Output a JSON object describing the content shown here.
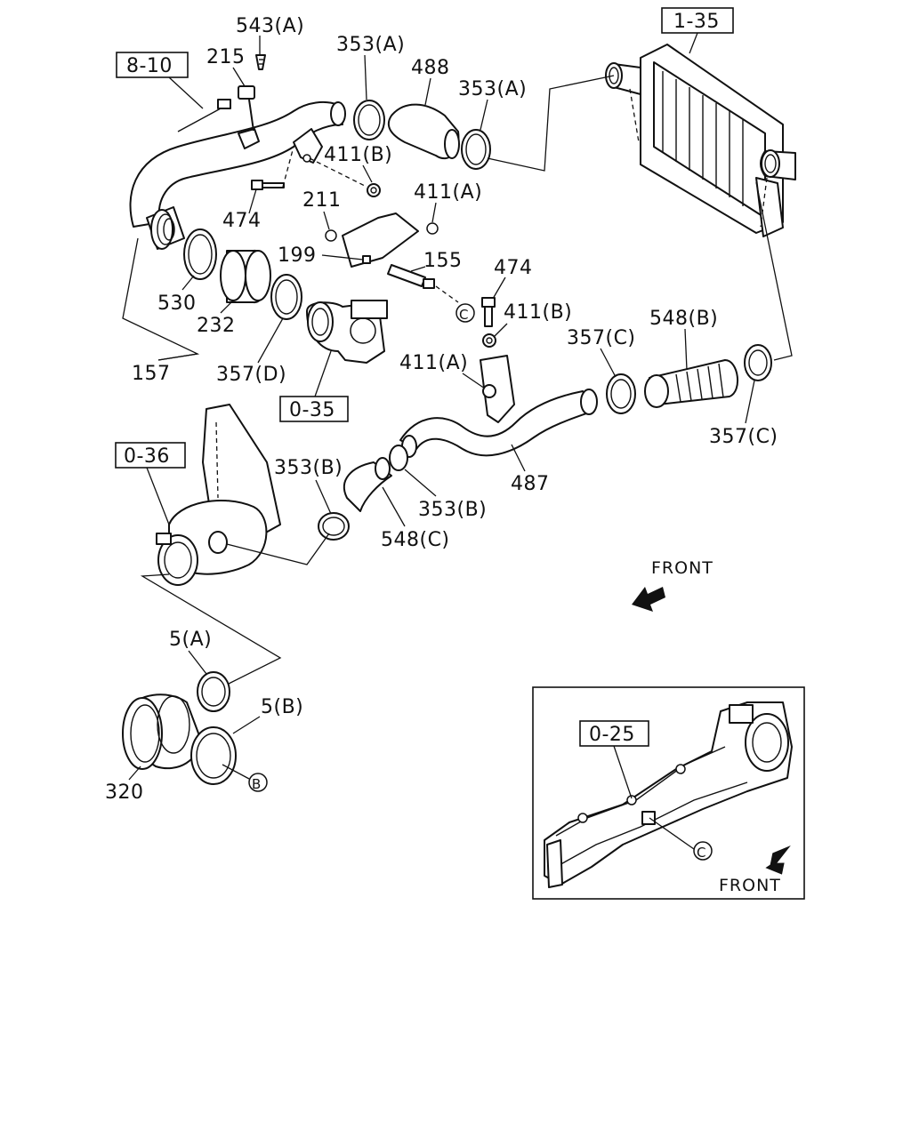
{
  "refs": {
    "r_8_10": "8-10",
    "r_1_35": "1-35",
    "r_0_35": "0-35",
    "r_0_36": "0-36",
    "r_0_25": "0-25"
  },
  "labels": {
    "p543A": "543(A)",
    "p215": "215",
    "p353A_1": "353(A)",
    "p488": "488",
    "p353A_2": "353(A)",
    "p411B_1": "411(B)",
    "p474_1": "474",
    "p211": "211",
    "p411A_1": "411(A)",
    "p199": "199",
    "p155": "155",
    "p474_2": "474",
    "p411B_2": "411(B)",
    "p530": "530",
    "p232": "232",
    "p157": "157",
    "p357D": "357(D)",
    "p357C_1": "357(C)",
    "p548B": "548(B)",
    "p411A_2": "411(A)",
    "p357C_2": "357(C)",
    "p353B_1": "353(B)",
    "p487": "487",
    "p353B_2": "353(B)",
    "p548C": "548(C)",
    "p5A": "5(A)",
    "p5B": "5(B)",
    "p320": "320"
  },
  "markers": {
    "c1": "C",
    "c2": "C",
    "b1": "B"
  },
  "front": {
    "main": "FRONT",
    "inset": "FRONT"
  }
}
